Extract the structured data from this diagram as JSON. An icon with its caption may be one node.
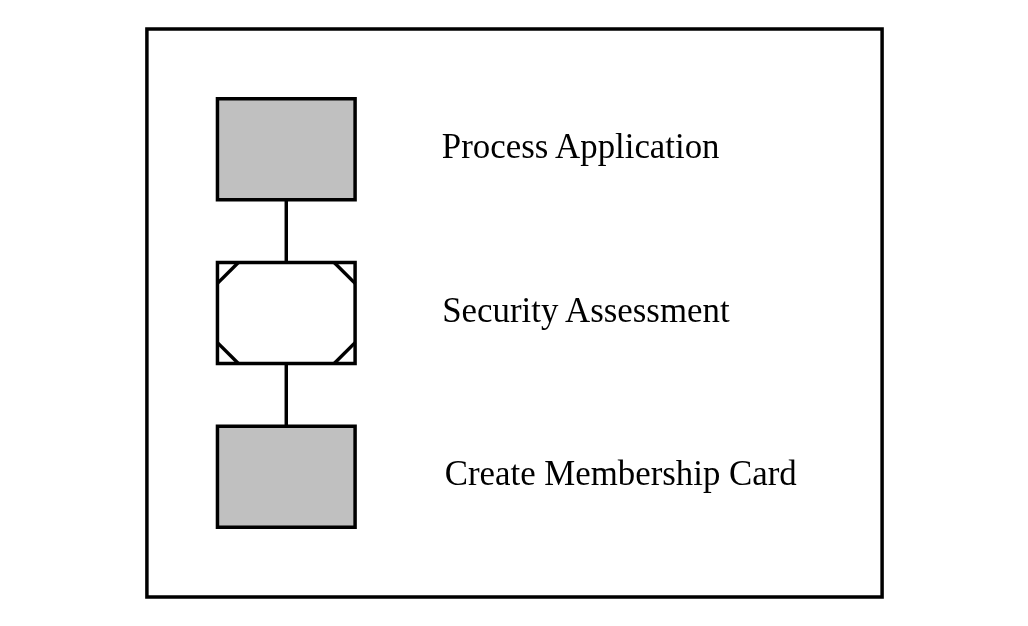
{
  "diagram": {
    "nodes": [
      {
        "text": [],
        "shape": "box"
      },
      {
        "text": [],
        "shape": "box",
        "in": 0,
        "beside": [
          "Process Application"
        ]
      },
      {
        "text": [],
        "shape": "box",
        "in": 0,
        "beside": [
          "Security Assessment"
        ]
      },
      {
        "text": [],
        "shape": "box",
        "in": 0,
        "beside": [
          "Create Membership Card"
        ]
      }
    ],
    "edges": [
      {
        "from": 1,
        "to": 2,
        "arrow": "none"
      },
      {
        "from": 2,
        "to": 3,
        "arrow": "none"
      }
    ]
  }
}
